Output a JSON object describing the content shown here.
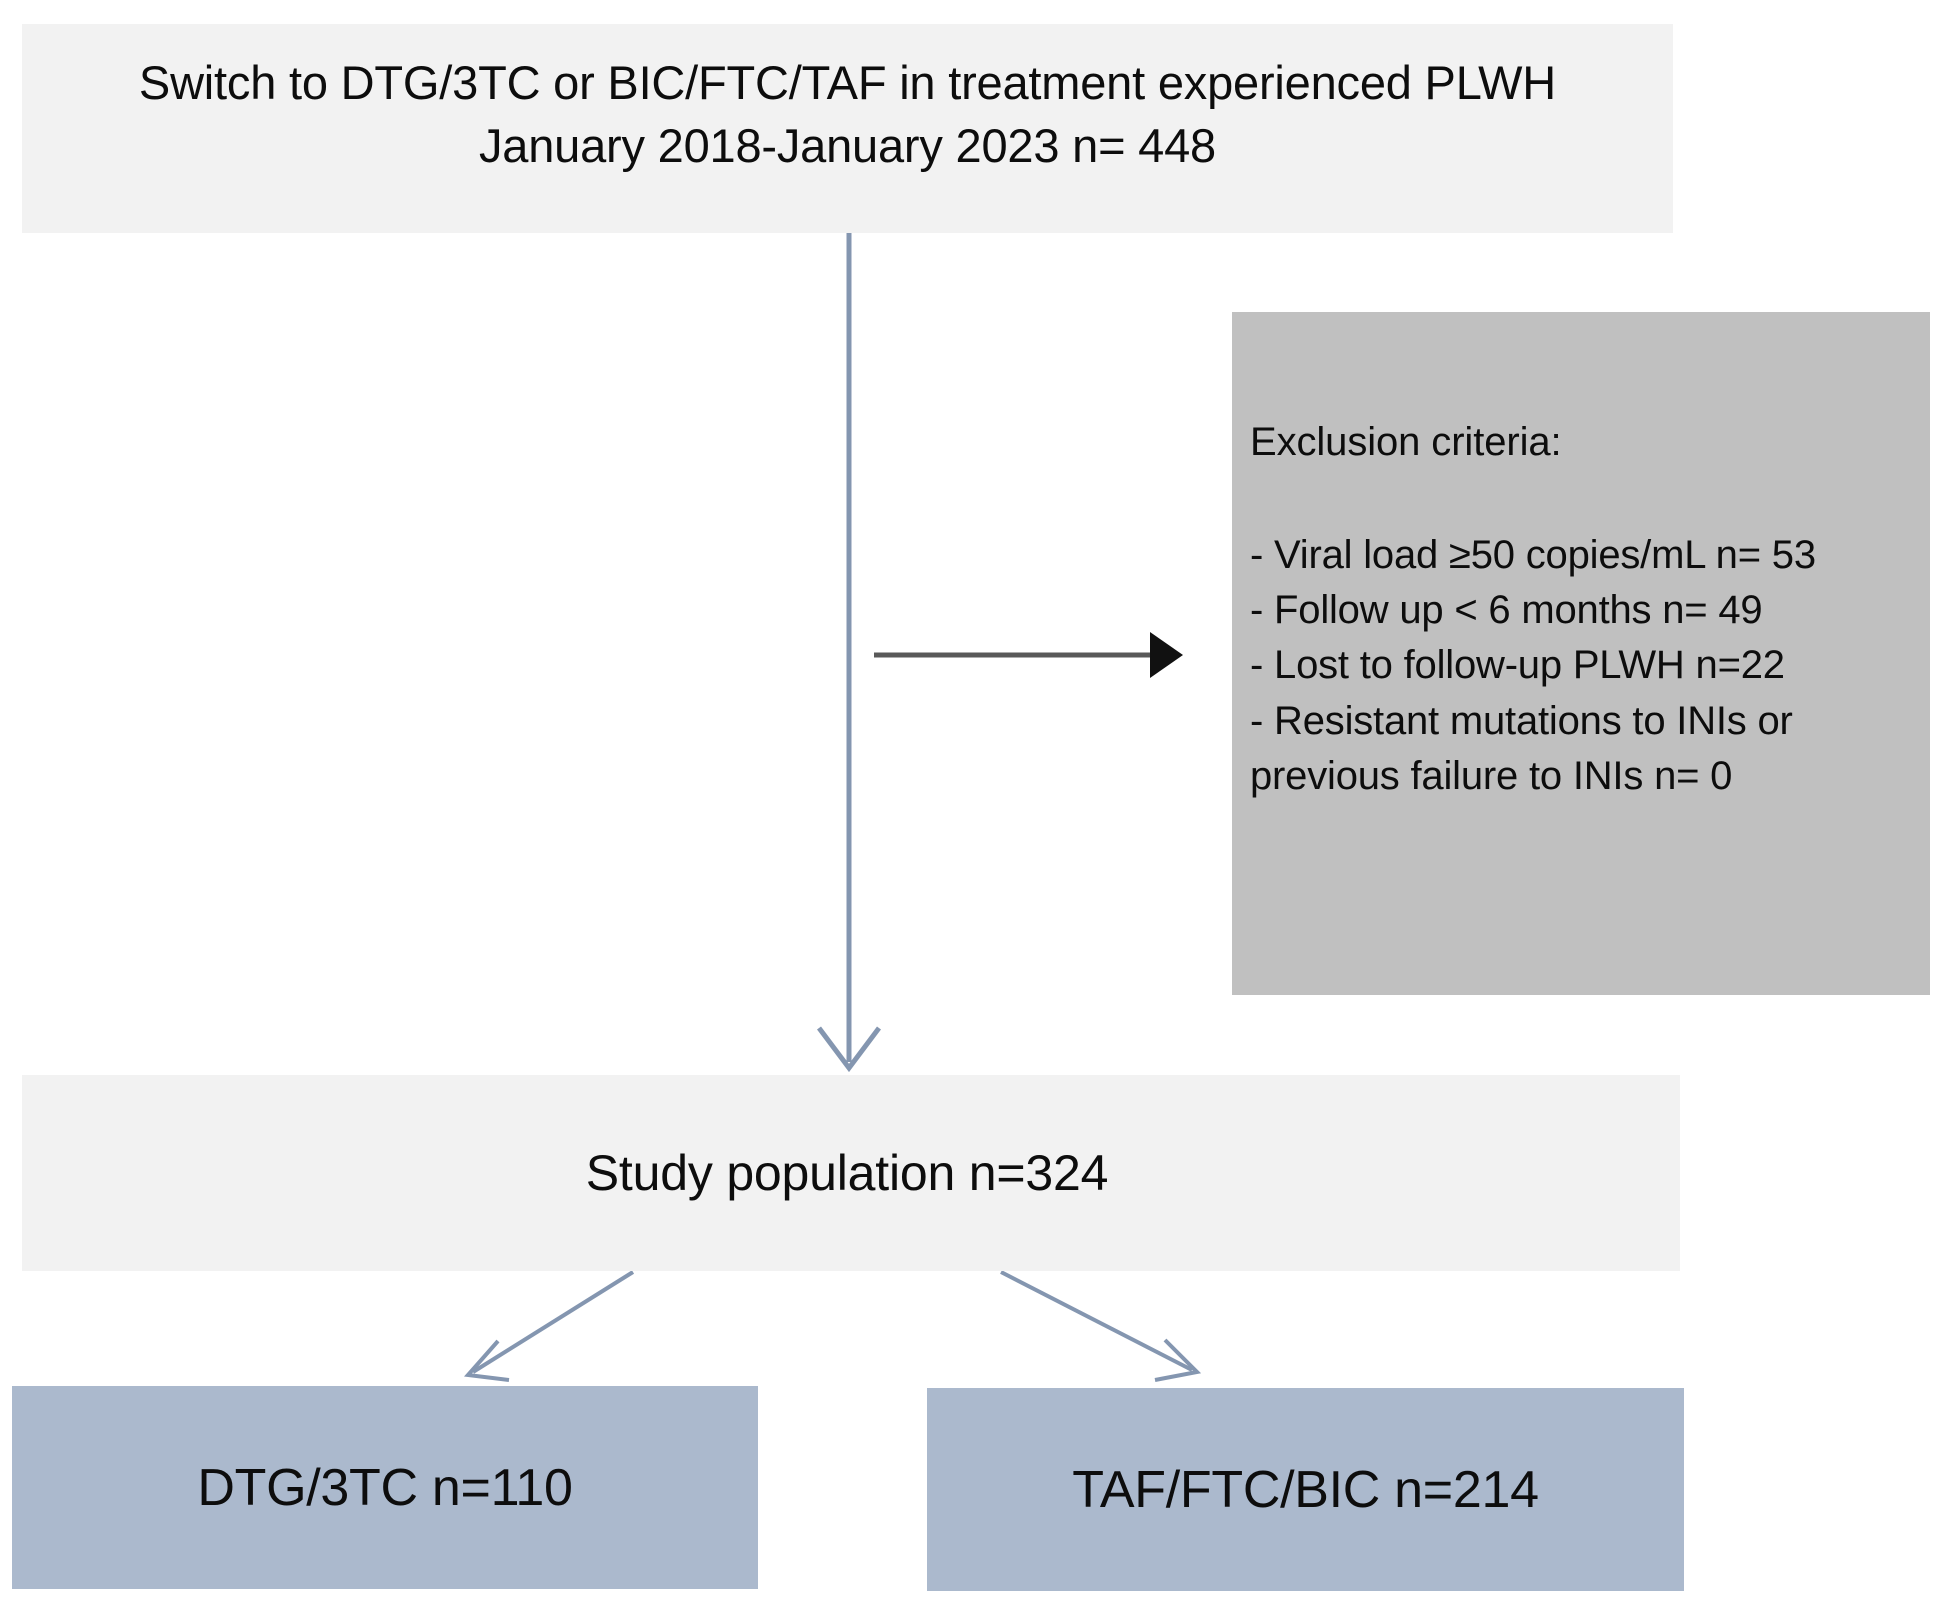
{
  "figure": {
    "type": "flowchart",
    "description": "Patient selection CONSORT-style flow diagram"
  },
  "nodes": {
    "enrollment": {
      "label": "Switch to DTG/3TC or BIC/FTC/TAF in treatment experienced PLWH\nJanuary 2018-January 2023 n= 448",
      "line1": "Switch to DTG/3TC or BIC/FTC/TAF in treatment experienced PLWH",
      "line2": "January 2018-January 2023 n= 448",
      "n": 448,
      "fill": "#f2f2f2"
    },
    "exclusion": {
      "heading": "Exclusion criteria:",
      "criteria_text": "- Viral load ≥50 copies/mL n= 53\n- Follow up < 6 months n= 49\n- Lost to follow-up PLWH n=22\n- Resistant mutations to INIs or\nprevious failure to INIs n= 0",
      "criteria": [
        {
          "label": "- Viral load ≥50 copies/mL n= 53",
          "n": 53
        },
        {
          "label": "- Follow up < 6 months n= 49",
          "n": 49
        },
        {
          "label": "- Lost to follow-up PLWH n=22",
          "n": 22
        },
        {
          "label": "- Resistant mutations to INIs or previous failure to INIs n= 0",
          "n": 0
        }
      ],
      "fill": "#c0c0c0"
    },
    "study_population": {
      "label": "Study population n=324",
      "n": 324,
      "fill": "#f2f2f2"
    },
    "arm_left": {
      "label": "DTG/3TC n=110",
      "n": 110,
      "fill": "#abb9cd"
    },
    "arm_right": {
      "label": "TAF/FTC/BIC n=214",
      "n": 214,
      "fill": "#abb9cd"
    }
  },
  "connectors": {
    "main_vertical": {
      "name": "enrollment-to-study-population-arrow",
      "color": "#8496b0"
    },
    "exclusion_arrow": {
      "name": "enrollment-to-exclusion-arrow",
      "color": "#595959"
    },
    "split_left": {
      "name": "study-population-to-arm-left-arrow",
      "color": "#8496b0"
    },
    "split_right": {
      "name": "study-population-to-arm-right-arrow",
      "color": "#8496b0"
    }
  },
  "colors": {
    "light_box": "#f2f2f2",
    "gray_box": "#c0c0c0",
    "blue_box": "#abb9cd",
    "text": "#0d0d0d",
    "connector_blue": "#8496b0",
    "connector_dark": "#595959",
    "background": "#ffffff"
  }
}
